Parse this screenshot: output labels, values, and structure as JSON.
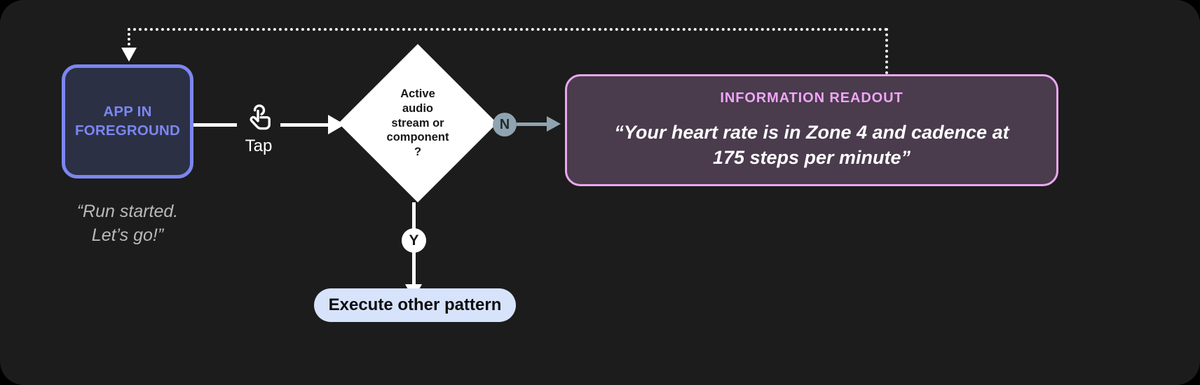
{
  "canvas": {
    "background": "#1c1c1c",
    "page_background": "#000000"
  },
  "nodes": {
    "app": {
      "label": "APP IN\nFOREGROUND",
      "caption": "“Run started.\nLet’s go!”",
      "border_color": "#7b87f0",
      "fill_color": "#2c3045",
      "text_color": "#7b87f0"
    },
    "tap": {
      "label": "Tap",
      "icon": "tap-gesture-icon"
    },
    "decision": {
      "label": "Active\naudio\nstream or\ncomponent\n?",
      "fill_color": "#ffffff",
      "text_color": "#161616"
    },
    "readout": {
      "title": "INFORMATION READOUT",
      "body": "“Your heart rate is in Zone 4 and cadence at\n175 steps per minute”",
      "border_color": "#e8a8ee",
      "fill_color": "#4a3b4d",
      "title_color": "#efa6f5",
      "body_color": "#ffffff"
    },
    "execute": {
      "label": "Execute other pattern",
      "fill_color": "#d7e3fb",
      "text_color": "#0d0d0d"
    }
  },
  "branches": {
    "no": {
      "label": "N",
      "badge_color": "#8fa3b0",
      "badge_text_color": "#1f2a30"
    },
    "yes": {
      "label": "Y",
      "badge_color": "#ffffff",
      "badge_text_color": "#161616"
    }
  },
  "connectors": {
    "solid_color": "#ffffff",
    "no_branch_color": "#8fa3b0",
    "feedback_loop_color": "#f2f2f2",
    "feedback_loop_style": "dotted"
  }
}
